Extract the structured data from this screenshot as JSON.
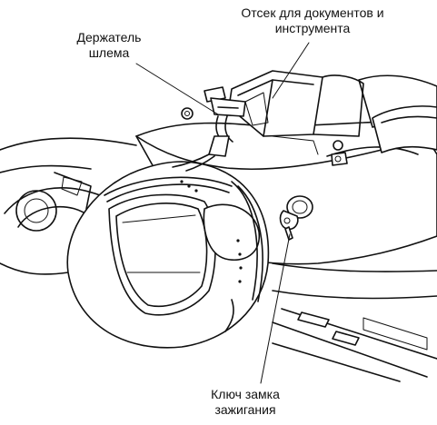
{
  "labels": {
    "compartment": [
      "Отсек для документов и",
      "инструмента"
    ],
    "helmet_holder": [
      "Держатель",
      "шлема"
    ],
    "ignition_key": [
      "Ключ замка",
      "зажигания"
    ]
  },
  "colors": {
    "line": "#111111",
    "background": "#ffffff"
  }
}
